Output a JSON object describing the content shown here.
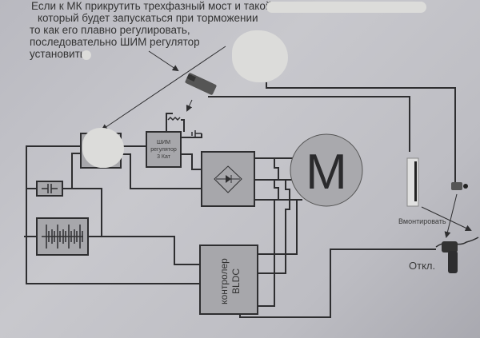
{
  "annotation": {
    "lines": [
      "Если к МК прикрутить трехфазный мост и такой",
      "который будет запускаться при торможении",
      "то как его плавно регулировать,",
      "последовательно ШИМ регулятор",
      "установить."
    ]
  },
  "components": {
    "pwm_regulator": {
      "lines": [
        "ШИМ",
        "регулятор",
        "3 Кат"
      ]
    },
    "motor": {
      "label": "M"
    },
    "controller": {
      "lines": [
        "контролер",
        "BLDC"
      ]
    },
    "mount_label": "Вмонтировать",
    "off_label": "Откл."
  },
  "colors": {
    "wire": "#2e2e30",
    "box_fill": "#a7a7ab",
    "paper": "#c4c4c9",
    "blur": "#dcdcda"
  }
}
